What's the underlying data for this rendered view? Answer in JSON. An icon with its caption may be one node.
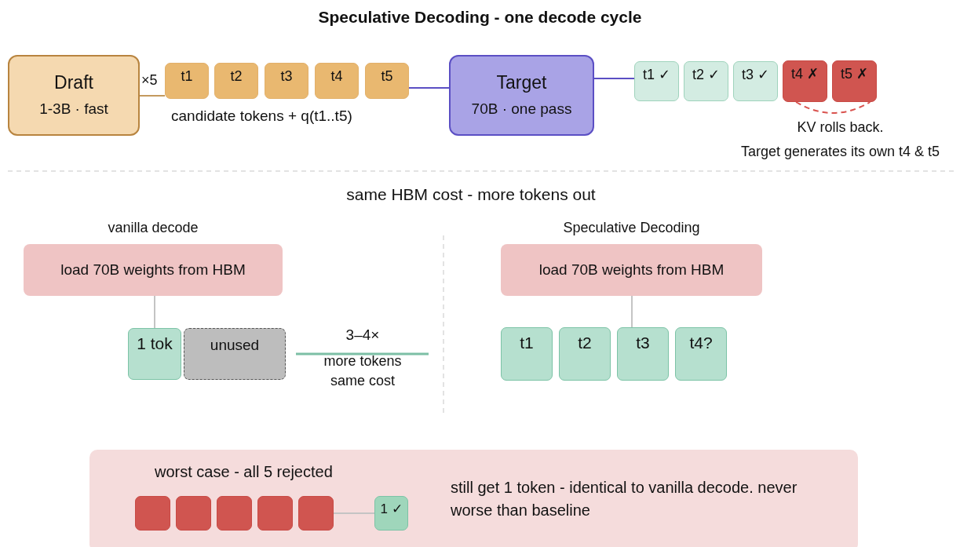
{
  "diagram": {
    "title": "Speculative Decoding - one decode cycle",
    "nodes": [
      {
        "text": [
          "Draft",
          "1-3B · fast"
        ]
      },
      {
        "text": [
          "t1"
        ]
      },
      {
        "text": [
          "t2"
        ]
      },
      {
        "text": [
          "t3"
        ]
      },
      {
        "text": [
          "t4"
        ]
      },
      {
        "text": [
          "t5"
        ]
      },
      {
        "text": [
          "Target",
          "70B · one pass"
        ]
      },
      {
        "text": [
          "t1 ✓"
        ]
      },
      {
        "text": [
          "t2 ✓"
        ]
      },
      {
        "text": [
          "t3 ✓"
        ]
      },
      {
        "text": [
          "t4 ✗"
        ]
      },
      {
        "text": [
          "t5 ✗"
        ]
      },
      {
        "text": [
          "vanilla decode",
          "load 70B weights from HBM"
        ]
      },
      {
        "text": [
          "1 tok"
        ]
      },
      {
        "text": [
          "unused"
        ]
      },
      {
        "text": [
          "Speculative Decoding",
          "load 70B weights from HBM"
        ]
      },
      {
        "text": [
          "t1"
        ]
      },
      {
        "text": [
          "t2"
        ]
      },
      {
        "text": [
          "t3"
        ]
      },
      {
        "text": [
          "t4?"
        ]
      },
      {
        "text": [
          "worst case - all 5 rejected",
          "still get 1 token - identical to vanilla decode. never worse than baseline"
        ]
      },
      {
        "text": [],
        "shape": "box",
        "in": 20
      },
      {
        "text": [],
        "shape": "box",
        "in": 20
      },
      {
        "text": [],
        "shape": "box",
        "in": 20
      },
      {
        "text": [],
        "shape": "box",
        "in": 20
      },
      {
        "text": [],
        "shape": "box",
        "in": 20
      },
      {
        "text": [
          "1 ✓"
        ],
        "in": 20
      }
    ],
    "edges": [
      {
        "from": 0,
        "to": 1,
        "arrow": "none",
        "color": "#c49a5e"
      },
      {
        "from": 5,
        "to": 6,
        "arrow": "none",
        "color": "#5b4fc4"
      },
      {
        "from": 6,
        "to": 7,
        "arrow": "none",
        "color": "#5b4fc4"
      },
      {
        "from": 10,
        "to": 11,
        "arrow": "none",
        "style": "dashed",
        "color": "#d9534f"
      },
      {
        "from": 12,
        "to": 13,
        "arrow": "none",
        "color": "#c4c4c4"
      },
      {
        "from": 15,
        "to": 18,
        "arrow": "none",
        "color": "#c4c4c4"
      },
      {
        "from": 25,
        "to": 26,
        "arrow": "none",
        "color": "#c4c4c4"
      }
    ],
    "labels": [
      "×5",
      "candidate tokens + q(t1..t5)",
      "KV rolls back.",
      "Target generates its own t4 & t5",
      "same HBM cost - more tokens out",
      "3–4×",
      "more tokens same cost"
    ]
  }
}
